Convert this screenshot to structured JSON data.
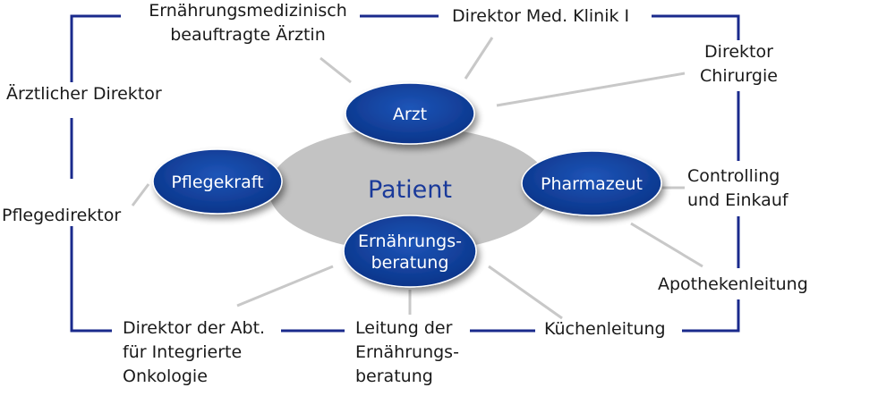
{
  "center": {
    "label": "Patient"
  },
  "nodes": {
    "arzt": "Arzt",
    "pflegekraft": "Pflegekraft",
    "pharmazeut": "Pharmazeut",
    "ernaehrung_line1": "Ernährungs-",
    "ernaehrung_line2": "beratung"
  },
  "stakeholders": {
    "ernaehrungsmed_line1": "Ernährungsmedizinisch",
    "ernaehrungsmed_line2": "beauftragte Ärztin",
    "direktor_med_klinik": "Direktor Med. Klinik I",
    "direktor_chirurgie_line1": "Direktor",
    "direktor_chirurgie_line2": "Chirurgie",
    "aerztlicher_direktor": "Ärztlicher Direktor",
    "pflegedirektor": "Pflegedirektor",
    "controlling_line1": "Controlling",
    "controlling_line2": "und Einkauf",
    "apothekenleitung": "Apothekenleitung",
    "kuechenleitung": "Küchenleitung",
    "leitung_line1": "Leitung der",
    "leitung_line2": "Ernährungs-",
    "leitung_line3": "beratung",
    "onkologie_line1": "Direktor der Abt.",
    "onkologie_line2": "für Integrierte",
    "onkologie_line3": "Onkologie"
  },
  "colors": {
    "node_fill": "#0d3a8e",
    "center_fill": "#c3c3c3",
    "center_text": "#1a3a9a",
    "frame": "#1a2a8c",
    "connector": "#c8c8c8"
  }
}
